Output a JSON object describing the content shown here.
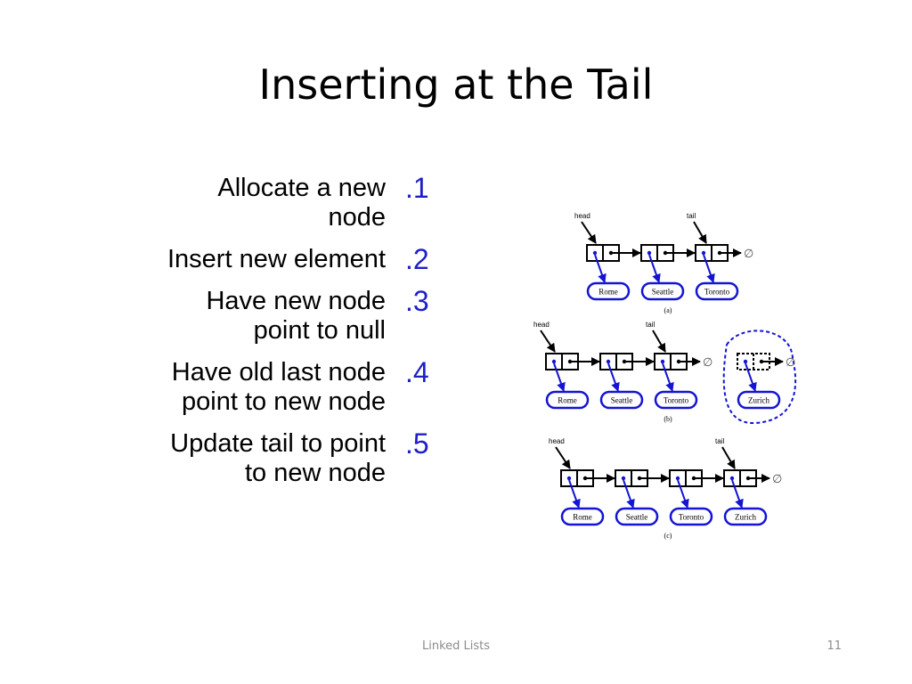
{
  "slide": {
    "title": "Inserting at the Tail",
    "footer": "Linked Lists",
    "page_number": "11"
  },
  "steps": [
    {
      "number": ".1",
      "text_lines": [
        "Allocate a new",
        "node"
      ]
    },
    {
      "number": ".2",
      "text_lines": [
        "Insert new element"
      ]
    },
    {
      "number": ".3",
      "text_lines": [
        "Have new node",
        "point to null"
      ]
    },
    {
      "number": ".4",
      "text_lines": [
        "Have old last node",
        "point to new node"
      ]
    },
    {
      "number": ".5",
      "text_lines": [
        "Update tail to point",
        "to new node"
      ]
    }
  ],
  "diagram": {
    "colors": {
      "element": "#1414d2",
      "node": "#000000"
    },
    "null_symbol": "∅",
    "panels": [
      {
        "caption": "(a)",
        "head_label": "head",
        "tail_label": "tail",
        "elements": [
          "Rome",
          "Seattle",
          "Toronto"
        ],
        "new_node": null
      },
      {
        "caption": "(b)",
        "head_label": "head",
        "tail_label": "tail",
        "elements": [
          "Rome",
          "Seattle",
          "Toronto"
        ],
        "new_node": "Zurich"
      },
      {
        "caption": "(c)",
        "head_label": "head",
        "tail_label": "tail",
        "elements": [
          "Rome",
          "Seattle",
          "Toronto",
          "Zurich"
        ],
        "new_node": null
      }
    ]
  }
}
